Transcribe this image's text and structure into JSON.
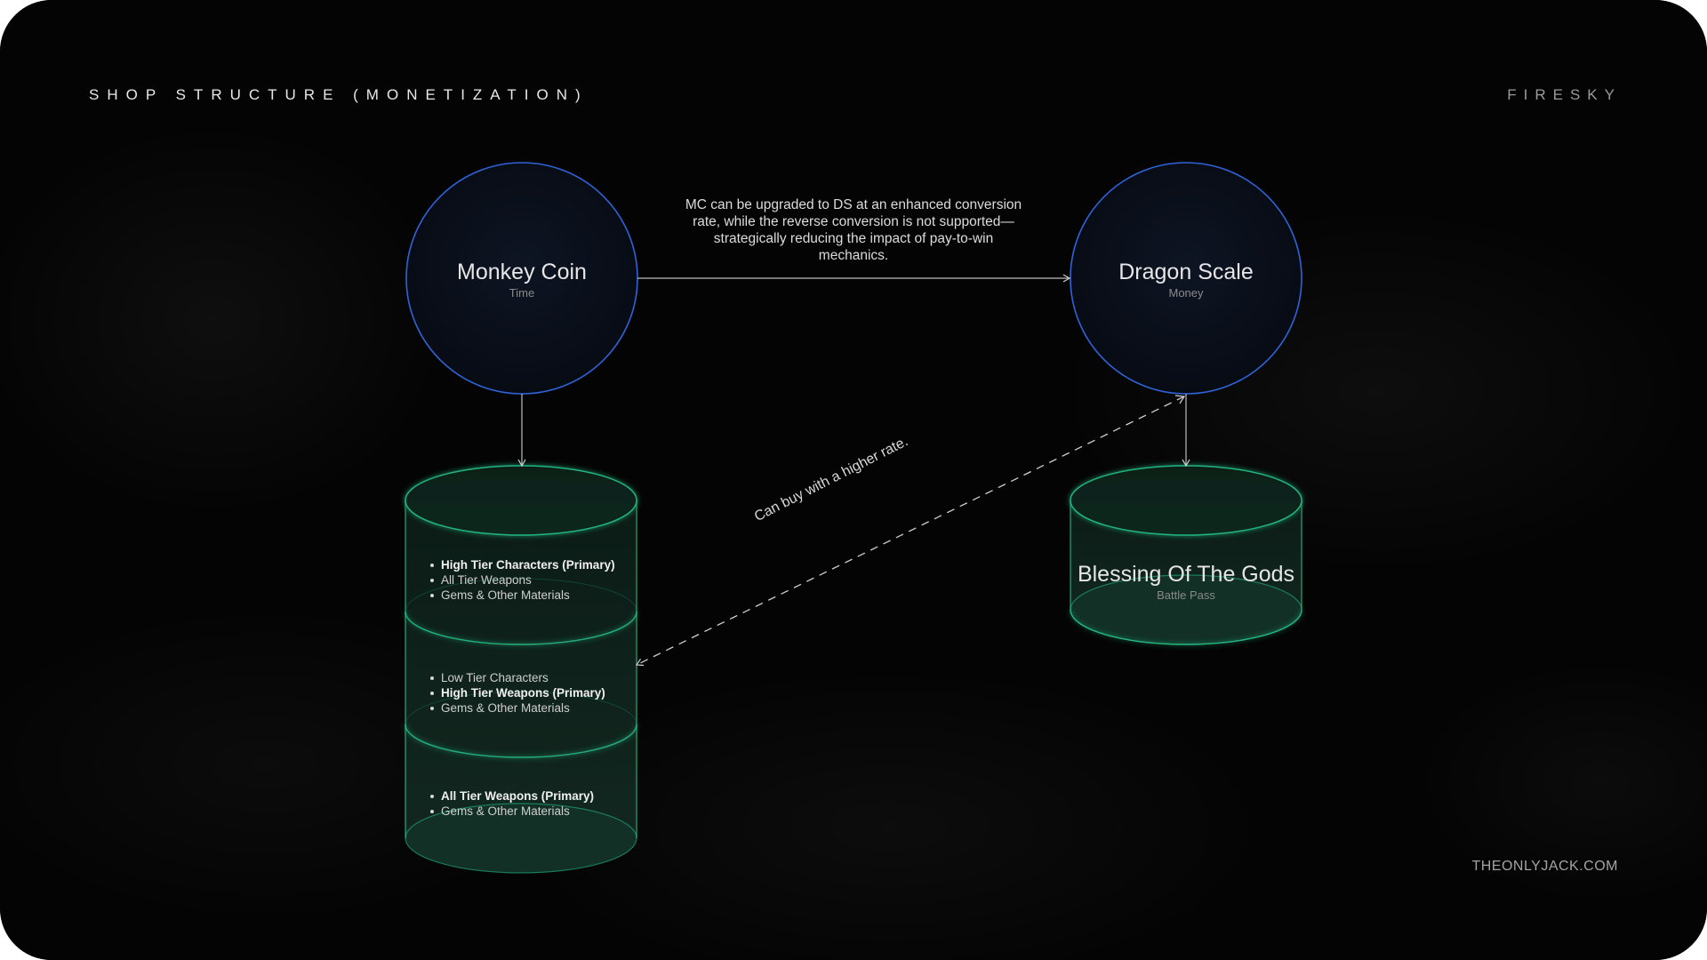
{
  "header": {
    "title": "SHOP STRUCTURE (MONETIZATION)",
    "brand": "FIRESKY"
  },
  "footer": {
    "site": "THEONLYJACK.COM"
  },
  "colors": {
    "background": "#040404",
    "currency_stroke": "#2f63d8",
    "shop_stroke": "#24c28a"
  },
  "currencies": [
    {
      "name": "Monkey Coin",
      "subtitle": "Time"
    },
    {
      "name": "Dragon Scale",
      "subtitle": "Money"
    }
  ],
  "conversion_note": "MC can be upgraded to DS at an enhanced conversion rate, while the reverse conversion is not supported—strategically reducing the impact of pay-to-win mechanics.",
  "higher_rate_label": "Can buy with a higher rate.",
  "mc_shop": {
    "tiers": [
      {
        "items": [
          {
            "text": "High Tier Characters (Primary)",
            "primary": true
          },
          {
            "text": "All Tier Weapons",
            "primary": false
          },
          {
            "text": "Gems & Other Materials",
            "primary": false
          }
        ]
      },
      {
        "items": [
          {
            "text": "Low Tier Characters",
            "primary": false
          },
          {
            "text": "High Tier Weapons (Primary)",
            "primary": true
          },
          {
            "text": "Gems & Other Materials",
            "primary": false
          }
        ]
      },
      {
        "items": [
          {
            "text": "All Tier Weapons (Primary)",
            "primary": true
          },
          {
            "text": "Gems & Other Materials",
            "primary": false
          }
        ]
      }
    ]
  },
  "ds_shop": {
    "name": "Blessing Of The Gods",
    "subtitle": "Battle Pass"
  }
}
